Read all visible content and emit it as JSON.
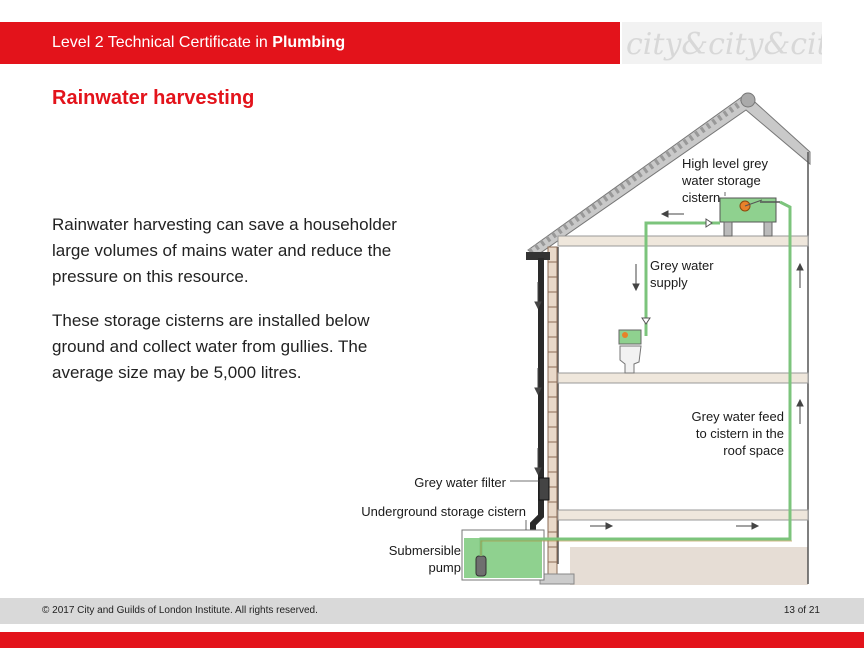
{
  "header": {
    "course_prefix": "Level 2 Technical Certificate in ",
    "course_subject": "Plumbing",
    "logo_text": "city&city&city&"
  },
  "slide": {
    "title": "Rainwater harvesting",
    "paragraph_1": "Rainwater harvesting can save a householder large volumes of mains water and reduce the pressure on this resource.",
    "paragraph_2": "These storage cisterns are installed below ground and collect water from gullies. The average size may be 5,000 litres."
  },
  "diagram": {
    "labels": {
      "high_level_line1": "High level grey",
      "high_level_line2": "water storage",
      "high_level_line3": "cistern",
      "grey_supply_line1": "Grey water",
      "grey_supply_line2": "supply",
      "grey_feed_line1": "Grey water feed",
      "grey_feed_line2": "to cistern in the",
      "grey_feed_line3": "roof space",
      "filter": "Grey water filter",
      "underground": "Underground storage cistern",
      "pump_line1": "Submersible",
      "pump_line2": "pump"
    }
  },
  "footer": {
    "copyright": "© 2017 City and Guilds of London Institute. All rights reserved.",
    "page": "13 of 21"
  },
  "colors": {
    "brand_red": "#e3131b",
    "water_green": "#8fd18f",
    "pipe_green": "#7cc47c",
    "footer_grey": "#d9d9d9"
  }
}
